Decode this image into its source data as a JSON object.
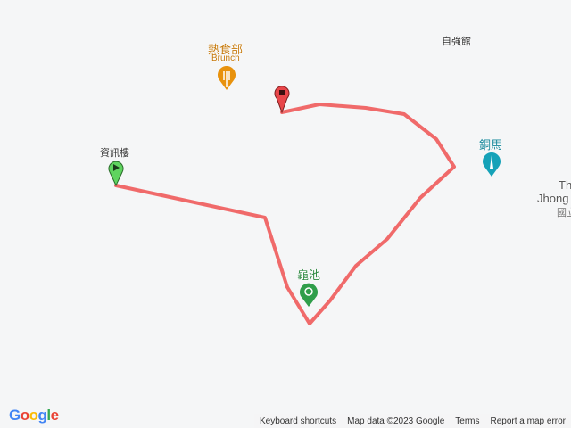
{
  "places": [
    {
      "name": "熱食部",
      "sub": "Brunch",
      "icon": "restaurant-icon",
      "color": "#e8920d"
    },
    {
      "name": "自強館"
    },
    {
      "name": "資訊樓",
      "icon": "start-marker-icon",
      "color": "#5fd45f"
    },
    {
      "name": "銅馬",
      "icon": "monument-icon",
      "color": "#15a2b8"
    },
    {
      "name": "龜池",
      "icon": "park-icon",
      "color": "#2f9e4a"
    },
    {
      "name": "Th",
      "sub": "Jhong",
      "sub2": "國立"
    }
  ],
  "route": {
    "color": "#f06a6a",
    "end_marker_color": "#e8464a"
  },
  "logo": "Google",
  "footer": {
    "shortcuts": "Keyboard shortcuts",
    "mapdata": "Map data ©2023 Google",
    "terms": "Terms",
    "report": "Report a map error"
  }
}
